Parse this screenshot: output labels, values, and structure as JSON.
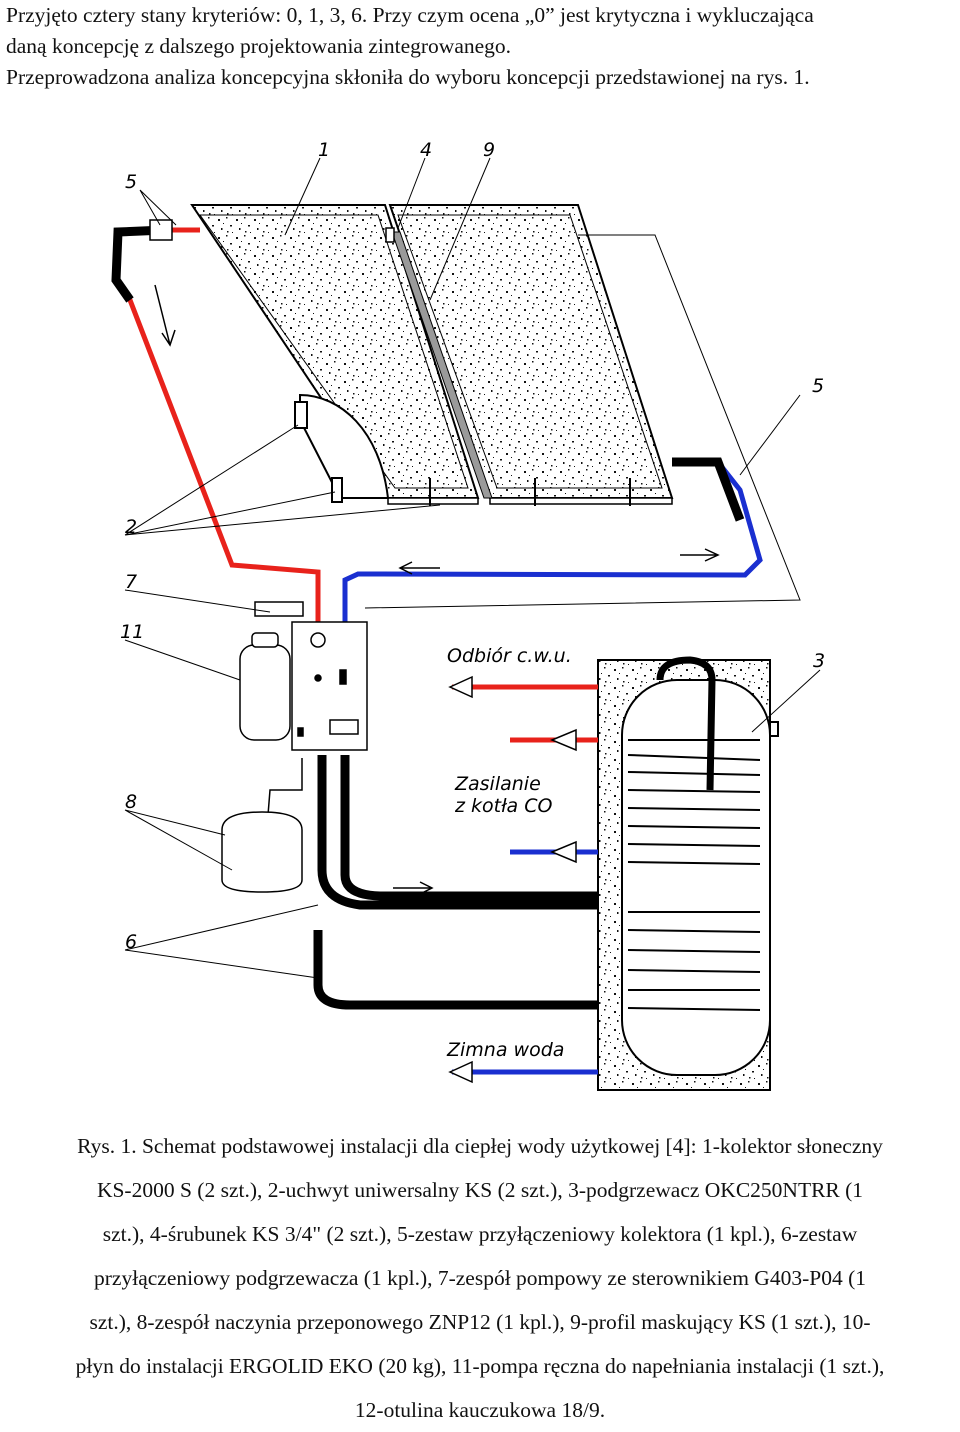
{
  "intro": {
    "line1": "Przyjęto cztery stany kryteriów: 0, 1, 3, 6. Przy czym ocena „0” jest krytyczna i wykluczająca",
    "line2": "daną koncepcję z dalszego projektowania zintegrowanego.",
    "line3": "Przeprowadzona analiza koncepcyjna skłoniła do wyboru koncepcji przedstawionej na rys. 1."
  },
  "diagram": {
    "labels": {
      "l1": "1",
      "l4": "4",
      "l9": "9",
      "l5a": "5",
      "l5b": "5",
      "l2": "2",
      "l7": "7",
      "l11": "11",
      "l8": "8",
      "l6": "6",
      "l3": "3"
    },
    "texts": {
      "odbior": "Odbiór c.w.u.",
      "zasilanie1": "Zasilanie",
      "zasilanie2": "z kotła CO",
      "zimna": "Zimna woda"
    },
    "colors": {
      "hot": "#e8221b",
      "cold": "#1a2fd0",
      "insulation": "#000000",
      "outline": "#000000"
    }
  },
  "caption": {
    "line1": "Rys. 1. Schemat podstawowej instalacji dla ciepłej wody użytkowej [4]: 1-kolektor słoneczny",
    "line2": "KS-2000 S (2 szt.), 2-uchwyt uniwersalny KS (2 szt.), 3-podgrzewacz OKC250NTRR (1",
    "line3": "szt.), 4-śrubunek KS 3/4\" (2 szt.), 5-zestaw przyłączeniowy kolektora (1 kpl.), 6-zestaw",
    "line4": "przyłączeniowy podgrzewacza (1 kpl.), 7-zespół pompowy ze sterownikiem G403-P04 (1",
    "line5": "szt.), 8-zespół naczynia przeponowego ZNP12 (1 kpl.), 9-profil maskujący KS (1 szt.), 10-",
    "line6": "płyn do instalacji ERGOLID EKO (20 kg), 11-pompa ręczna do napełniania instalacji (1 szt.),",
    "line7": "12-otulina kauczukowa 18/9."
  }
}
